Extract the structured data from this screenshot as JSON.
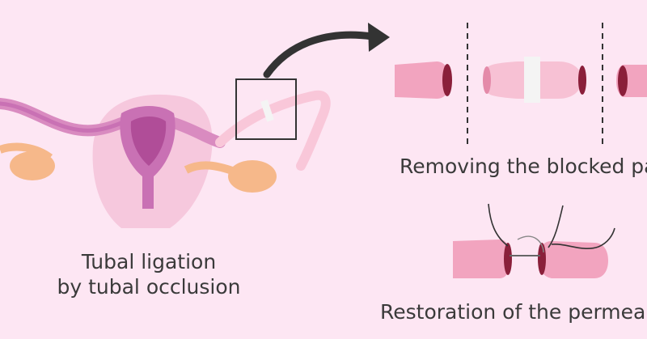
{
  "labels": {
    "tubal_ligation_line1": "Tubal ligation",
    "tubal_ligation_line2": "by tubal occlusion",
    "removing": "Removing the blocked pa",
    "restoration": "Restoration of the permeab"
  },
  "colors": {
    "background": "#fde6f3",
    "tube_pink": "#f2a4bf",
    "uterus_purple": "#c971b4",
    "ovary_orange": "#f6b88a",
    "arrow_dark": "#333333",
    "clip_white": "#f4f4f4"
  }
}
